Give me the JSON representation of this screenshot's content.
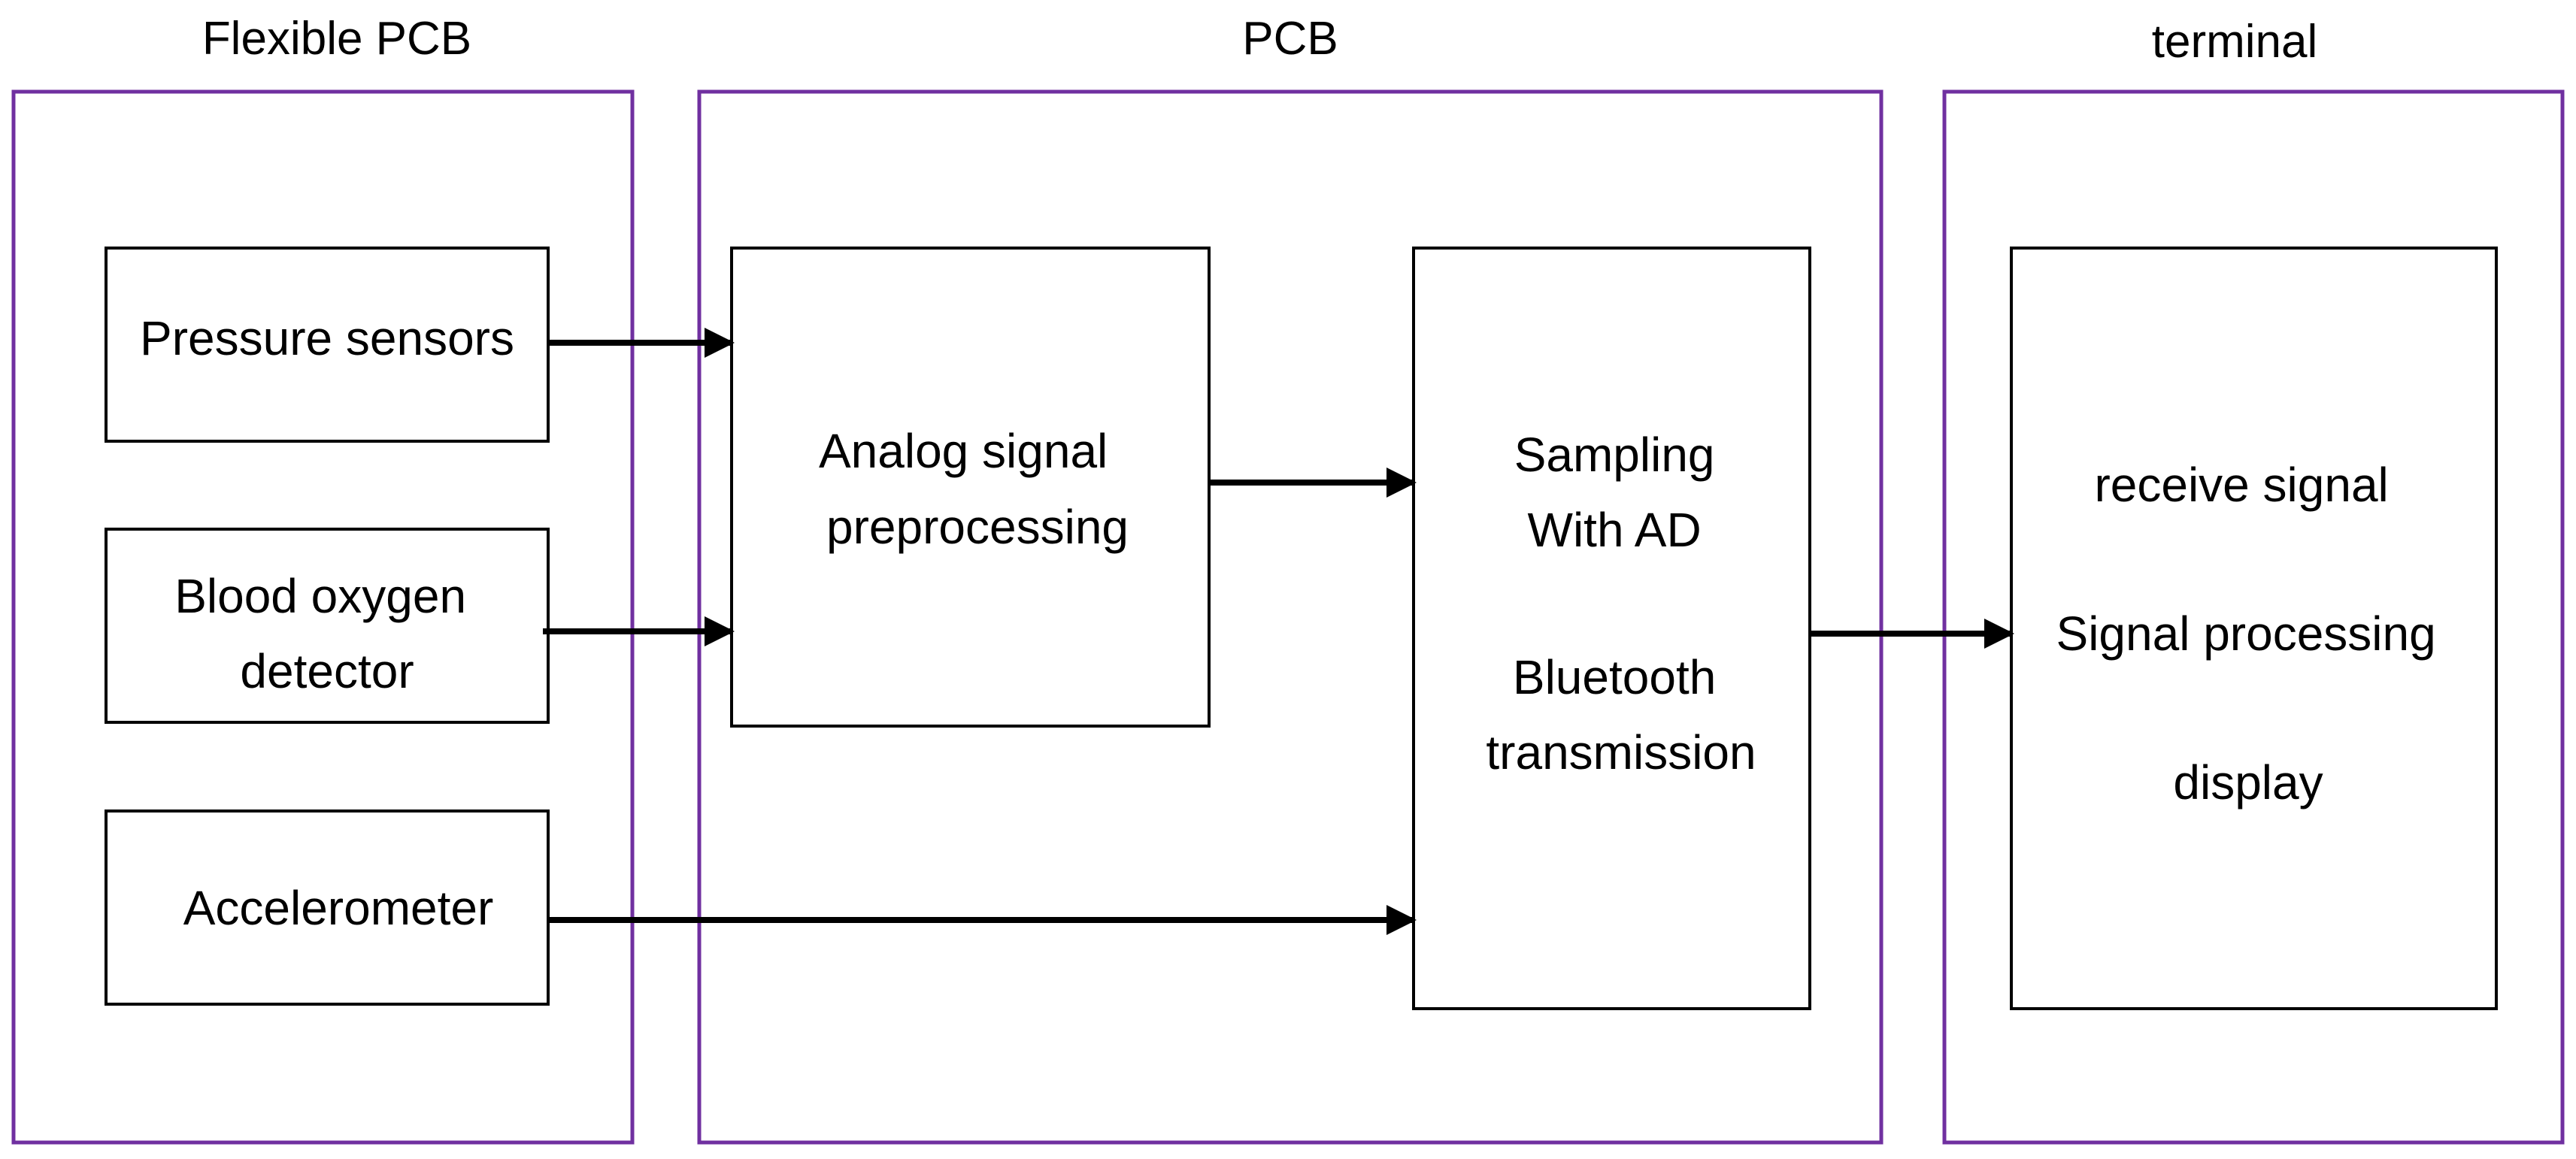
{
  "colors": {
    "group_border": "#7030A0",
    "block_border": "#000000",
    "arrow": "#000000",
    "text": "#000000",
    "background": "#FFFFFF"
  },
  "groups": [
    {
      "title": "Flexible PCB"
    },
    {
      "title": "PCB"
    },
    {
      "title": "terminal"
    }
  ],
  "blocks": {
    "pressure": {
      "lines": [
        "Pressure sensors"
      ]
    },
    "oxygen": {
      "lines": [
        "Blood oxygen",
        "detector"
      ]
    },
    "accel": {
      "lines": [
        "Accelerometer"
      ]
    },
    "analog": {
      "lines": [
        "Analog signal",
        "preprocessing"
      ]
    },
    "sampling": {
      "lines": [
        "Sampling",
        "With AD",
        "Bluetooth",
        "transmission"
      ]
    },
    "terminal": {
      "lines": [
        "receive signal",
        "Signal processing",
        "display"
      ]
    }
  }
}
